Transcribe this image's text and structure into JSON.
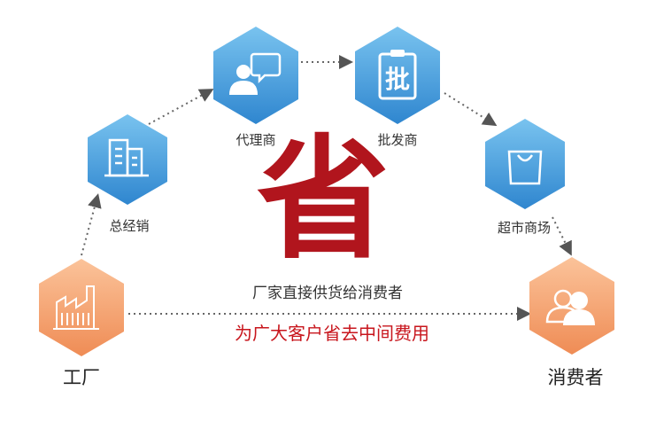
{
  "nodes": {
    "factory": {
      "label": "工厂",
      "icon": "factory-icon"
    },
    "general_distributor": {
      "label": "总经销",
      "icon": "building-icon"
    },
    "agent": {
      "label": "代理商",
      "icon": "chat-person-icon"
    },
    "wholesaler": {
      "label": "批发商",
      "icon": "clipboard-pi-icon"
    },
    "supermarket": {
      "label": "超市商场",
      "icon": "shopping-bag-icon"
    },
    "consumer": {
      "label": "消费者",
      "icon": "users-icon"
    }
  },
  "center": {
    "headline": "省",
    "direct_text": "厂家直接供货给消费者",
    "saving_text": "为广大客户省去中间费用"
  },
  "colors": {
    "blue_hex": "#3f98d8",
    "orange_hex": "#f39a64",
    "accent_red": "#c8161d"
  }
}
